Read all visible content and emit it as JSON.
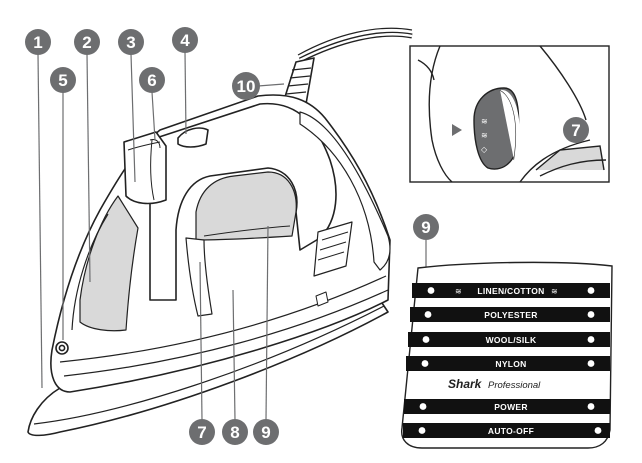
{
  "callouts": {
    "n1": "1",
    "n2": "2",
    "n3": "3",
    "n4": "4",
    "n5": "5",
    "n6": "6",
    "n10": "10",
    "n7_bottom": "7",
    "n8": "8",
    "n9_bottom": "9",
    "n7_inset": "7",
    "n9_panel": "9"
  },
  "panel": {
    "bands": [
      "LINEN/COTTON",
      "POLYESTER",
      "WOOL/SILK",
      "NYLON",
      "POWER",
      "AUTO-OFF"
    ],
    "brand_name": "Shark",
    "brand_sub": "Professional"
  },
  "colors": {
    "callout_fill": "#6d6e70",
    "line": "#222222",
    "shade": "#d9d9d9",
    "band": "#111111"
  },
  "icons": [
    "steam-icon",
    "dial-arrow-icon"
  ]
}
